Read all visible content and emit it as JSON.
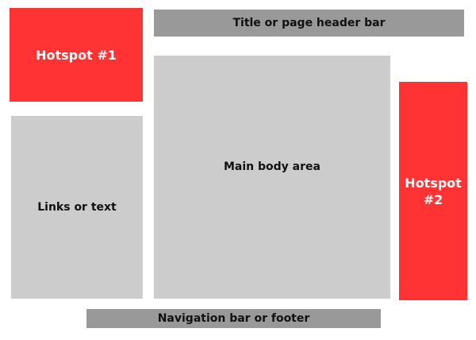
{
  "diagram": {
    "hotspot1": {
      "label": "Hotspot #1"
    },
    "header_bar": {
      "label": "Title or page header bar"
    },
    "links_panel": {
      "label": "Links or text"
    },
    "main_body": {
      "label": "Main body area"
    },
    "hotspot2": {
      "label": "Hotspot #2"
    },
    "footer_bar": {
      "label": "Navigation bar or footer"
    }
  },
  "colors": {
    "hotspot_red": "#ff3333",
    "panel_gray": "#cccccc",
    "bar_gray": "#999999"
  }
}
